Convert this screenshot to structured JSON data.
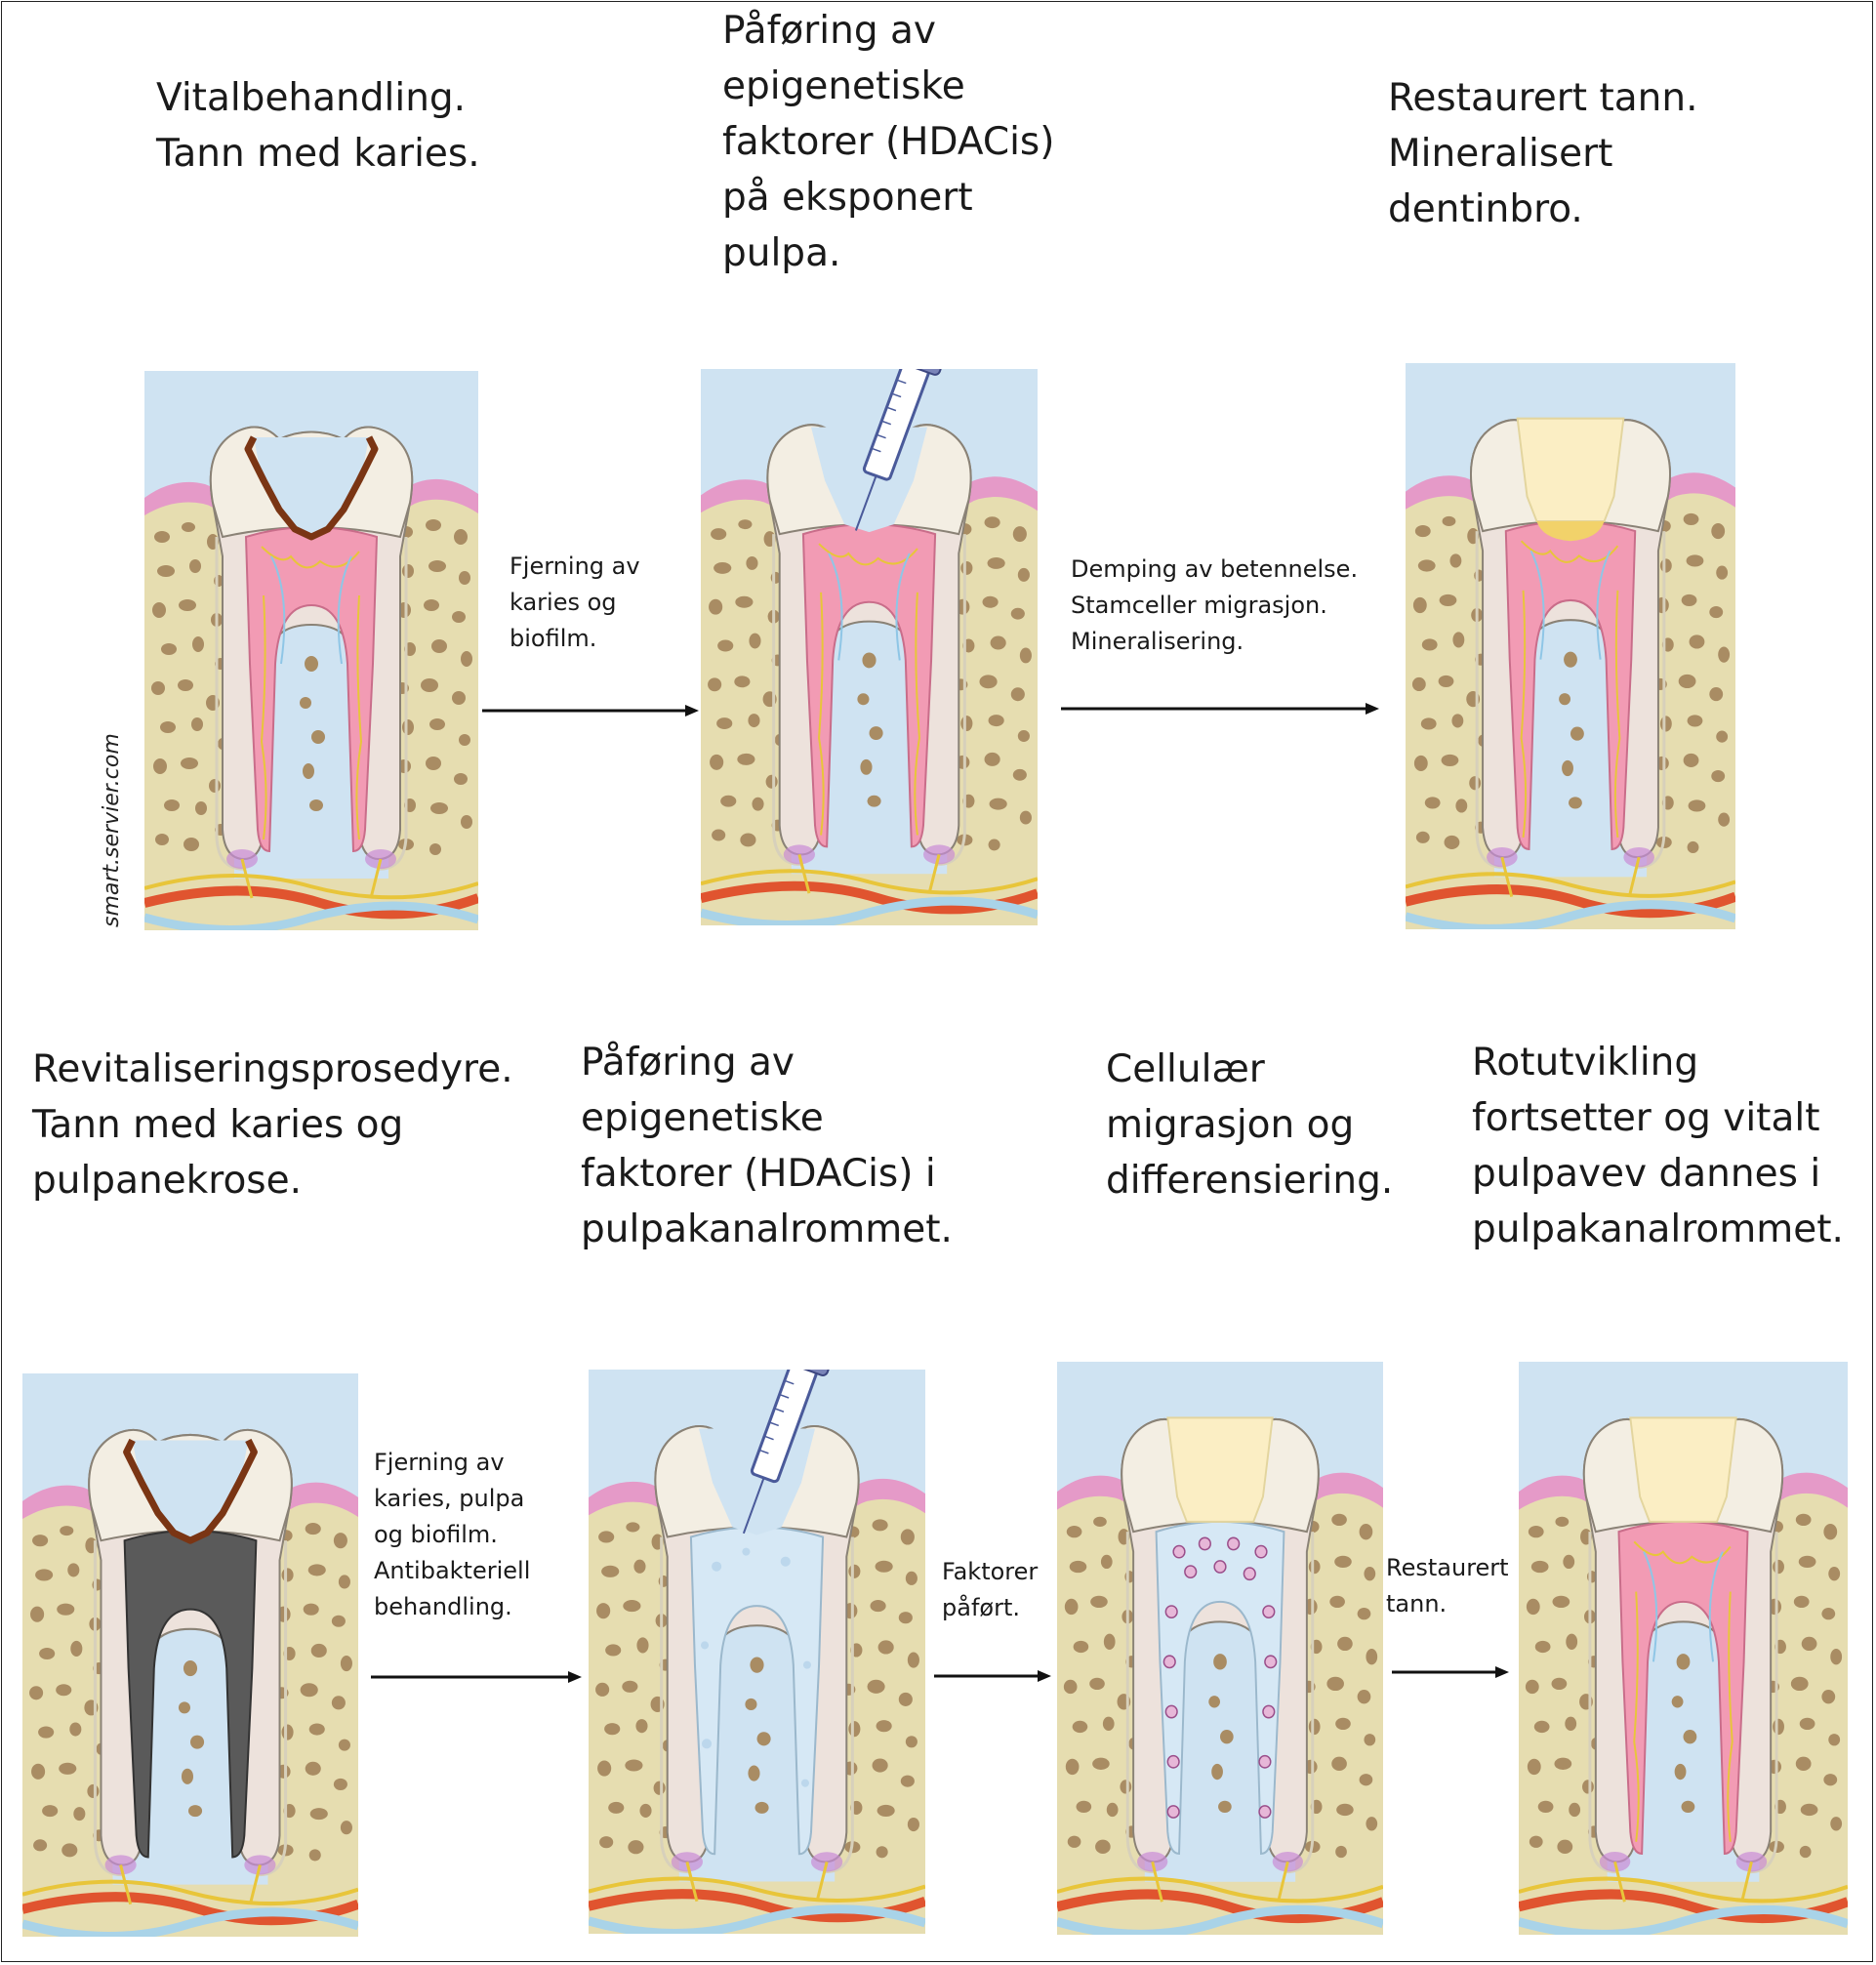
{
  "top_row": {
    "step1_title": "Vitalbehandling.\nTann med karies.",
    "step2_title": "Påføring av\nepigenetiske\nfaktorer (HDACis)\npå eksponert\npulpa.",
    "step3_title": "Restaurert tann.\nMineralisert\ndentinbro.",
    "arrow1_label": "Fjerning av\nkaries og\nbiofilm.",
    "arrow2_label": "Demping av betennelse.\nStamceller migrasjon.\nMineralisering."
  },
  "bottom_row": {
    "step1_title": "Revitaliseringsprosedyre.\nTann med karies og\npulpanekrose.",
    "step2_title": "Påføring av\nepigenetiske\nfaktorer (HDACis) i\npulpakanalrommet.",
    "step3_title": "Cellulær\nmigrasjon og\ndifferensiering.",
    "step4_title": "Rotutvikling\nfortsetter og vitalt\npulpavev dannes i\npulpakanalrommet.",
    "arrow1_label": "Fjerning av\nkaries, pulpa\nog biofilm.\nAntibakteriell\nbehandling.",
    "arrow2_label": "Faktorer\npåført.",
    "arrow3_label": "Restaurert\ntann."
  },
  "credit": "smart.servier.com",
  "colors": {
    "sky": "#cfe3f2",
    "bone": "#e6ddb0",
    "bone_pore": "#a98c63",
    "enamel": "#f3eee3",
    "dentin": "#ede2dc",
    "pulp_vital": "#f29bb4",
    "pulp_necrotic": "#5a5a5a",
    "caries": "#7a3514",
    "gum": "#e59ac8",
    "restoration": "#fbeec4",
    "artery": "#e0542f",
    "vein": "#a9d3e8",
    "nerve": "#e8c53a"
  }
}
